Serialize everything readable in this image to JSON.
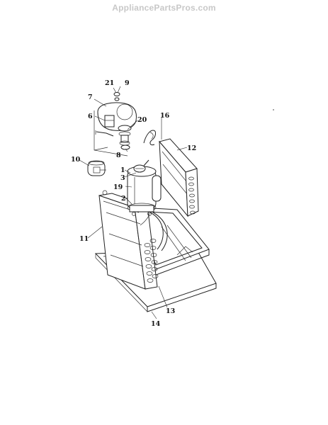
{
  "watermark": "AppliancePartsPros.com",
  "callouts": [
    {
      "label": "21"
    },
    {
      "label": "9"
    },
    {
      "label": "7"
    },
    {
      "label": "6"
    },
    {
      "label": "20"
    },
    {
      "label": "16"
    },
    {
      "label": "8"
    },
    {
      "label": "12"
    },
    {
      "label": "10"
    },
    {
      "label": "1"
    },
    {
      "label": "3"
    },
    {
      "label": "19"
    },
    {
      "label": "2"
    },
    {
      "label": "11"
    },
    {
      "label": "13"
    },
    {
      "label": "14"
    }
  ]
}
